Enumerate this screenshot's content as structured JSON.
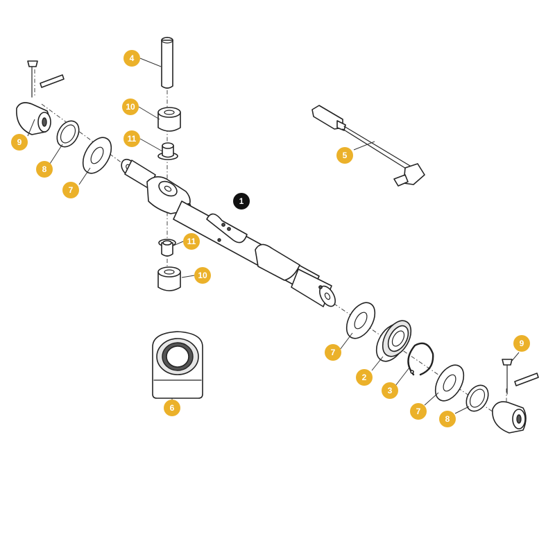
{
  "colors": {
    "callout_fill": "#ebb12a",
    "main_callout_fill": "#111111",
    "line": "#222222"
  },
  "callouts": [
    {
      "id": "main-assembly",
      "label": "1",
      "style": "dark"
    },
    {
      "id": "bearing-right",
      "label": "2",
      "style": "accent"
    },
    {
      "id": "circlip-right",
      "label": "3",
      "style": "accent"
    },
    {
      "id": "pin-top",
      "label": "4",
      "style": "accent"
    },
    {
      "id": "sensor",
      "label": "5",
      "style": "accent"
    },
    {
      "id": "bearing-housing",
      "label": "6",
      "style": "accent"
    },
    {
      "id": "washer-left-7",
      "label": "7",
      "style": "accent"
    },
    {
      "id": "washer-right-7a",
      "label": "7",
      "style": "accent"
    },
    {
      "id": "washer-right-7b",
      "label": "7",
      "style": "accent"
    },
    {
      "id": "ring-left-8",
      "label": "8",
      "style": "accent"
    },
    {
      "id": "ring-right-8",
      "label": "8",
      "style": "accent"
    },
    {
      "id": "clamp-left-9",
      "label": "9",
      "style": "accent"
    },
    {
      "id": "clamp-right-9",
      "label": "9",
      "style": "accent"
    },
    {
      "id": "bushing-top-10",
      "label": "10",
      "style": "accent"
    },
    {
      "id": "bushing-bottom-10",
      "label": "10",
      "style": "accent"
    },
    {
      "id": "sleeve-top-11",
      "label": "11",
      "style": "accent"
    },
    {
      "id": "sleeve-bottom-11",
      "label": "11",
      "style": "accent"
    }
  ]
}
